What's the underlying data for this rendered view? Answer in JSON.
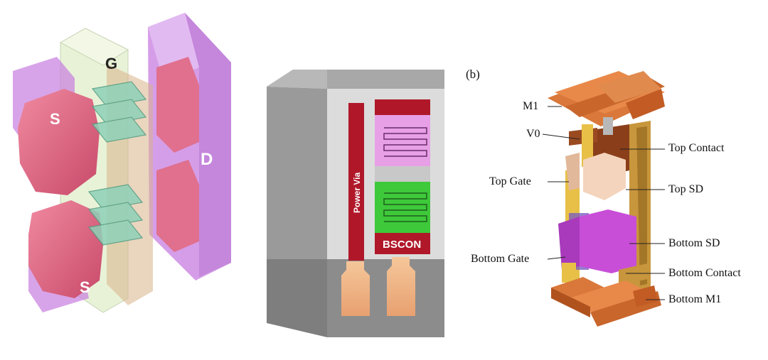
{
  "panel_a": {
    "labels": {
      "gate": "G",
      "source_top": "S",
      "source_bottom": "S",
      "drain": "D"
    }
  },
  "panel_middle": {
    "power_via": "Power Via",
    "bscon": "BSCON"
  },
  "panel_b": {
    "tag": "(b)",
    "labels": {
      "m1": "M1",
      "v0": "V0",
      "top_gate": "Top Gate",
      "bottom_gate": "Bottom Gate",
      "top_contact": "Top Contact",
      "top_sd": "Top SD",
      "bottom_sd": "Bottom SD",
      "bottom_contact": "Bottom Contact",
      "bottom_m1": "Bottom M1"
    }
  }
}
